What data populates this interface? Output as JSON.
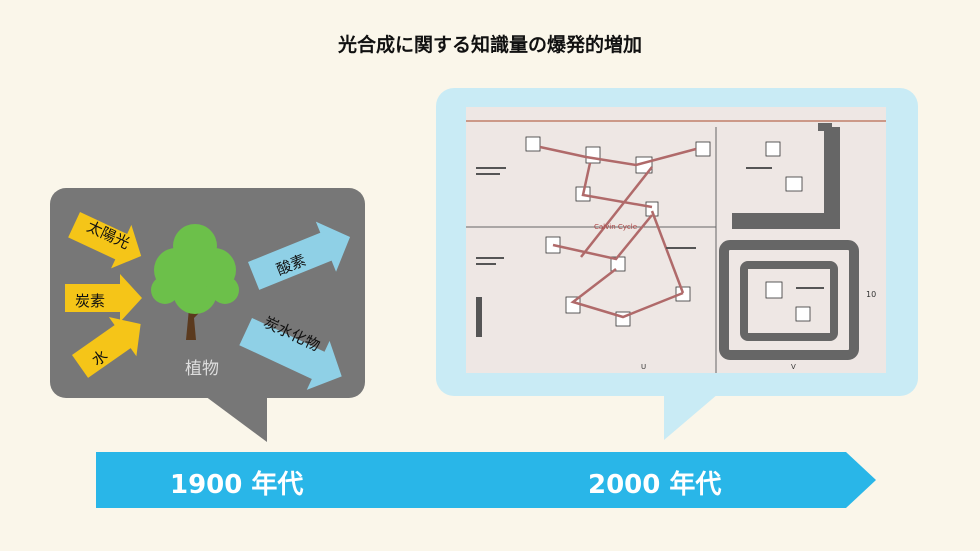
{
  "slide": {
    "title": "光合成に関する知識量の爆発的増加"
  },
  "inputs": [
    {
      "label": "太陽光",
      "color": "#f5c518"
    },
    {
      "label": "炭素",
      "color": "#f5c518"
    },
    {
      "label": "水",
      "color": "#f5c518"
    }
  ],
  "outputs": [
    {
      "label": "酸素",
      "color": "#8fd0e6"
    },
    {
      "label": "炭水化物",
      "color": "#8fd0e6"
    }
  ],
  "plant": {
    "label": "植物",
    "icon": "tree-icon"
  },
  "timeline": {
    "color": "#29b6e8",
    "eras": [
      {
        "label": "1900 年代"
      },
      {
        "label": "2000 年代"
      }
    ]
  },
  "map_image": {
    "icon": "metabolic-pathway-map",
    "texts": {
      "center": "Calvin Cycle",
      "markU": "U",
      "markV": "V",
      "markNum": "10"
    }
  }
}
